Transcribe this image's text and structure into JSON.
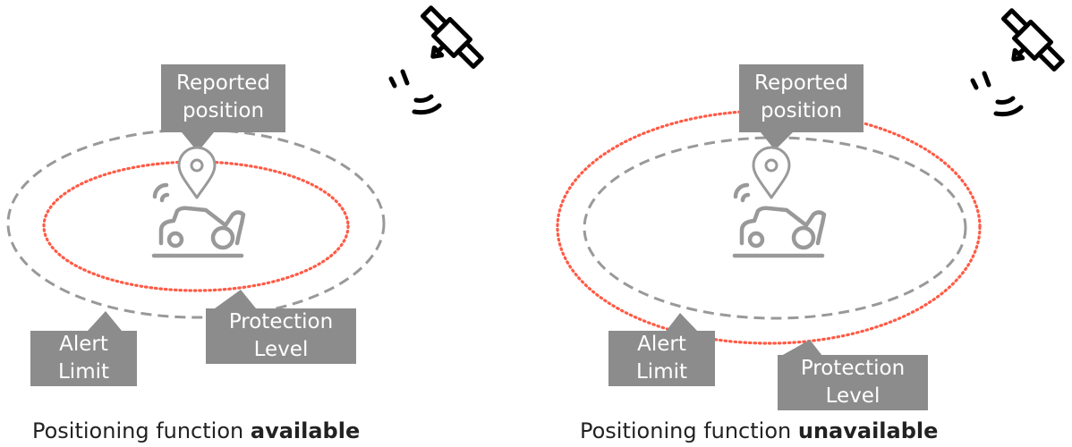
{
  "colors": {
    "label_bg": "#8c8c8c",
    "alert_limit_stroke": "#999999",
    "protection_level_stroke": "#ff5a45",
    "icon_gray": "#999999",
    "satellite": "#000000"
  },
  "icons": [
    "satellite-icon",
    "location-pin-icon",
    "robot-lawnmower-icon"
  ],
  "left": {
    "reported_position": [
      "Reported",
      "position"
    ],
    "alert_limit": [
      "Alert",
      "Limit"
    ],
    "protection_level": [
      "Protection",
      "Level"
    ],
    "caption_prefix": "Positioning function",
    "caption_state": "available"
  },
  "right": {
    "reported_position": [
      "Reported",
      "position"
    ],
    "alert_limit": [
      "Alert",
      "Limit"
    ],
    "protection_level": [
      "Protection",
      "Level"
    ],
    "caption_prefix": "Positioning function",
    "caption_state": "unavailable"
  }
}
